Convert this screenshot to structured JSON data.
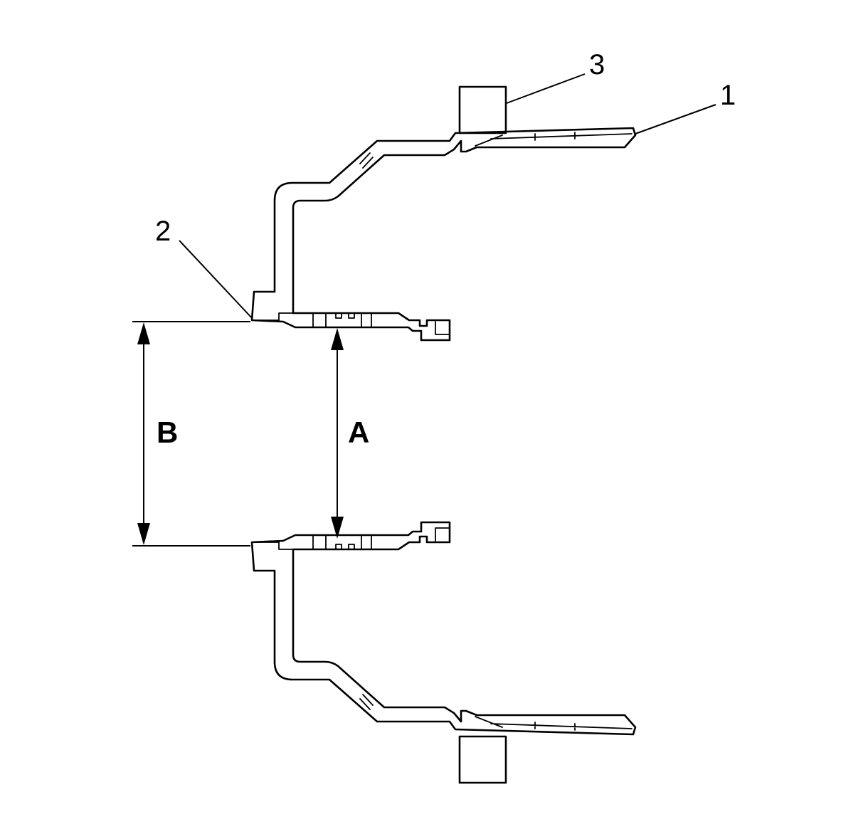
{
  "callouts": {
    "item_1": "1",
    "item_2": "2",
    "item_3": "3"
  },
  "dimensions": {
    "a": "A",
    "b": "B"
  }
}
